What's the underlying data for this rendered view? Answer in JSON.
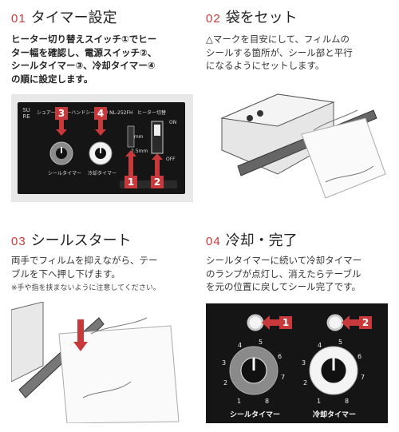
{
  "steps": [
    {
      "number": "01",
      "title": "タイマー設定",
      "lines": [
        "ヒーター切り替えスイッチ①でヒー",
        "ター幅を確認し、電源スイッチ②、",
        "シールタイマー③、冷却タイマー④",
        "の順に設定します。"
      ]
    },
    {
      "number": "02",
      "title": "袋をセット",
      "lines": [
        "△マークを目安にして、フィルムの",
        "シールする箇所が、シール部と平行",
        "になるようにセットします。"
      ]
    },
    {
      "number": "03",
      "title": "シールスタート",
      "lines": [
        "両手でフィルムを抑えながら、テー",
        "ブルを下へ押し下げます。"
      ],
      "note": "※手や指を挟まないように注意してください。"
    },
    {
      "number": "04",
      "title": "冷却・完了",
      "lines": [
        "シールタイマーに続いて冷却タイマー",
        "のランプが点灯し、消えたらテーブル",
        "を元の位置に戻してシール完了です。"
      ]
    }
  ],
  "panel1": {
    "brand": "SURE",
    "model": "シュアー フリーハンドシーラー / NL-252FH",
    "heater_label": "ヒーター切替",
    "width_1": "2mm",
    "width_2": "2.5mm",
    "on_label": "ON",
    "off_label": "OFF",
    "seal_timer": "シールタイマー",
    "cool_timer": "冷却タイマー",
    "badges": [
      "1",
      "2",
      "3",
      "4"
    ]
  },
  "panel4": {
    "seal_timer": "シールタイマー",
    "cool_timer": "冷却タイマー",
    "badges": [
      "1",
      "2"
    ],
    "dial_numbers": [
      "1",
      "2",
      "3",
      "4",
      "5",
      "6",
      "7",
      "8"
    ]
  },
  "colors": {
    "accent": "#c8393b",
    "panel_bg": "#151515"
  }
}
